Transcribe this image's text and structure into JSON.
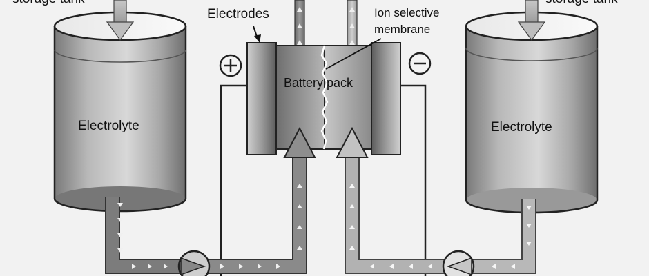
{
  "labels": {
    "left_tank_top": "storage tank",
    "right_tank_top": "storage tank",
    "electrodes": "Electrodes",
    "membrane_line1": "Ion selective",
    "membrane_line2": "membrane",
    "battery_pack": "Battery pack",
    "left_tank_content": "Electrolyte",
    "right_tank_content": "Electrolyte",
    "positive_terminal": "⊕",
    "negative_terminal": "⊖"
  },
  "icons": {
    "positive": "plus-circle-icon",
    "negative": "minus-circle-icon",
    "pump": "pump-icon",
    "flow_arrow": "arrow-icon"
  }
}
